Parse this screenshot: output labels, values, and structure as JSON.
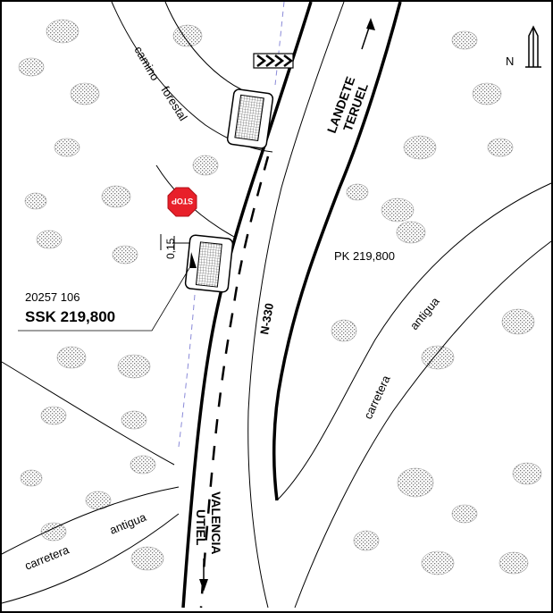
{
  "map": {
    "north_label": "N",
    "roads": {
      "camino_word1": "camino",
      "camino_word2": "forestal",
      "main_road": "N-330",
      "old_road_left_word1": "carretera",
      "old_road_left_word2": "antigua",
      "old_road_right_word1": "carretera",
      "old_road_right_word2": "antigua"
    },
    "directions": {
      "north_line1": "LANDETE",
      "north_line2": "TERUEL",
      "south_line1": "VALENCIA",
      "south_line2": "UTIEL"
    },
    "sign": {
      "stop_text": "STOP",
      "offset_label": "0,15",
      "code": "20257 106",
      "ssk_label": "SSK 219,800"
    },
    "pk_label": "PK 219,800",
    "colors": {
      "stop_red": "#e8202a",
      "vegetation": "#9a9a9a",
      "line": "#000000",
      "dashed_edge": "#8a8ad8"
    }
  }
}
